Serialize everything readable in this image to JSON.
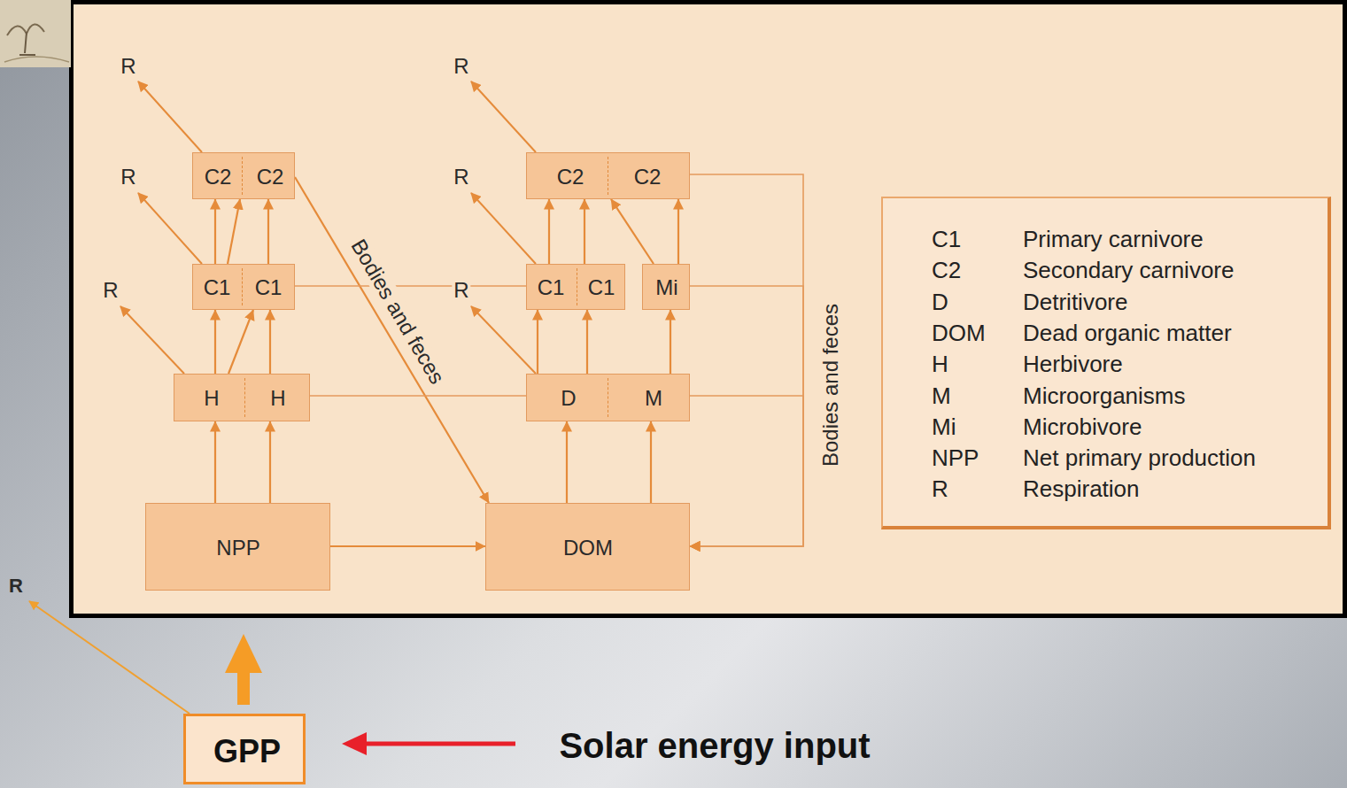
{
  "diagram": {
    "nodes": [
      {
        "text": [
          "C2",
          "C2"
        ]
      },
      {
        "text": [
          "C2",
          "C2"
        ]
      },
      {
        "text": [
          "C1",
          "C1"
        ]
      },
      {
        "text": [
          "C1",
          "C1"
        ]
      },
      {
        "text": [
          "Mi"
        ]
      },
      {
        "text": [
          "H",
          "H"
        ]
      },
      {
        "text": [
          "D",
          "M"
        ]
      },
      {
        "text": [
          "NPP"
        ]
      },
      {
        "text": [
          "DOM"
        ]
      },
      {
        "text": [
          "C1",
          "Primary carnivore",
          "C2",
          "Secondary carnivore",
          "D",
          "Detritivore",
          "DOM",
          "Dead organic matter",
          "H",
          "Herbivore",
          "M",
          "Microorganisms",
          "Mi",
          "Microbivore",
          "NPP",
          "Net primary production",
          "R",
          "Respiration"
        ]
      },
      {
        "text": [
          "GPP"
        ]
      }
    ],
    "edges": [
      {
        "from": 7,
        "to": 5,
        "arrow": "to"
      },
      {
        "from": 7,
        "to": 5,
        "arrow": "to"
      },
      {
        "from": 7,
        "to": 8,
        "arrow": "to"
      },
      {
        "from": 5,
        "to": 2,
        "arrow": "to"
      },
      {
        "from": 5,
        "to": 2,
        "arrow": "to"
      },
      {
        "from": 5,
        "to": 2,
        "arrow": "to"
      },
      {
        "from": 2,
        "to": 0,
        "arrow": "to"
      },
      {
        "from": 2,
        "to": 0,
        "arrow": "to"
      },
      {
        "from": 2,
        "to": 0,
        "arrow": "to"
      },
      {
        "from": 0,
        "to": 8,
        "label": "Bodies and feces",
        "arrow": "to"
      },
      {
        "from": 2,
        "to": 3,
        "arrow": "none"
      },
      {
        "from": 5,
        "to": 6,
        "arrow": "none"
      },
      {
        "from": 8,
        "to": 6,
        "arrow": "to"
      },
      {
        "from": 8,
        "to": 6,
        "arrow": "to"
      },
      {
        "from": 6,
        "to": 3,
        "arrow": "to"
      },
      {
        "from": 6,
        "to": 3,
        "arrow": "to"
      },
      {
        "from": 6,
        "to": 4,
        "arrow": "to"
      },
      {
        "from": 3,
        "to": 1,
        "arrow": "to"
      },
      {
        "from": 3,
        "to": 1,
        "arrow": "to"
      },
      {
        "from": 4,
        "to": 1,
        "arrow": "to"
      },
      {
        "from": 4,
        "to": 1,
        "arrow": "to"
      },
      {
        "from": 1,
        "to": 8,
        "label": "Bodies and feces",
        "arrow": "to"
      },
      {
        "from": 4,
        "to": 8,
        "arrow": "to"
      },
      {
        "from": 6,
        "to": 8,
        "arrow": "to"
      }
    ],
    "labels": [
      "R",
      "R",
      "R",
      "R",
      "R",
      "R",
      "R",
      "Solar energy input"
    ]
  }
}
